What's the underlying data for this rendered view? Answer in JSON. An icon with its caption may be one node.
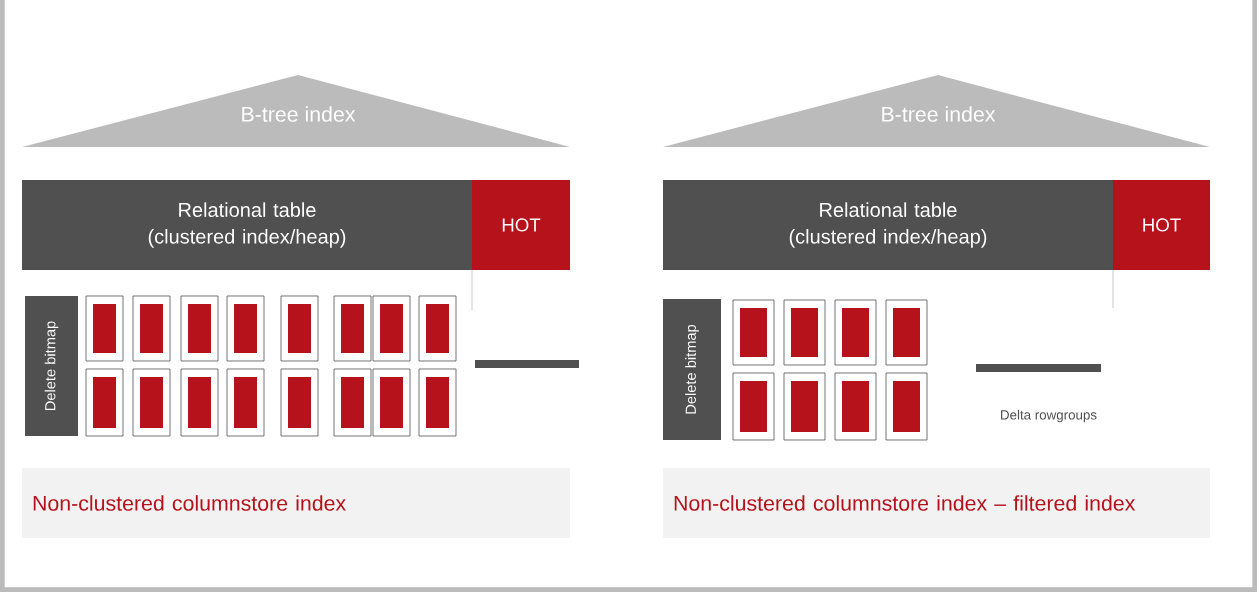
{
  "diagram": {
    "nodes": [
      {
        "text": [
          "B-tree index"
        ]
      },
      {
        "text": [
          "Relational table (clustered index/heap)"
        ]
      },
      {
        "text": [
          "HOT"
        ]
      },
      {
        "text": [
          "Delete bitmap"
        ]
      },
      {
        "text": [],
        "shape": "bar"
      },
      {
        "text": [
          "Non-clustered columnstore index"
        ]
      },
      {
        "text": [
          "B-tree index"
        ]
      },
      {
        "text": [
          "Relational table (clustered index/heap)"
        ]
      },
      {
        "text": [
          "HOT"
        ]
      },
      {
        "text": [
          "Delete bitmap"
        ]
      },
      {
        "text": [],
        "shape": "bar",
        "beside": [
          "Delta rowgroups"
        ]
      },
      {
        "text": [
          "Non-clustered columnstore index – filtered index"
        ]
      }
    ]
  }
}
